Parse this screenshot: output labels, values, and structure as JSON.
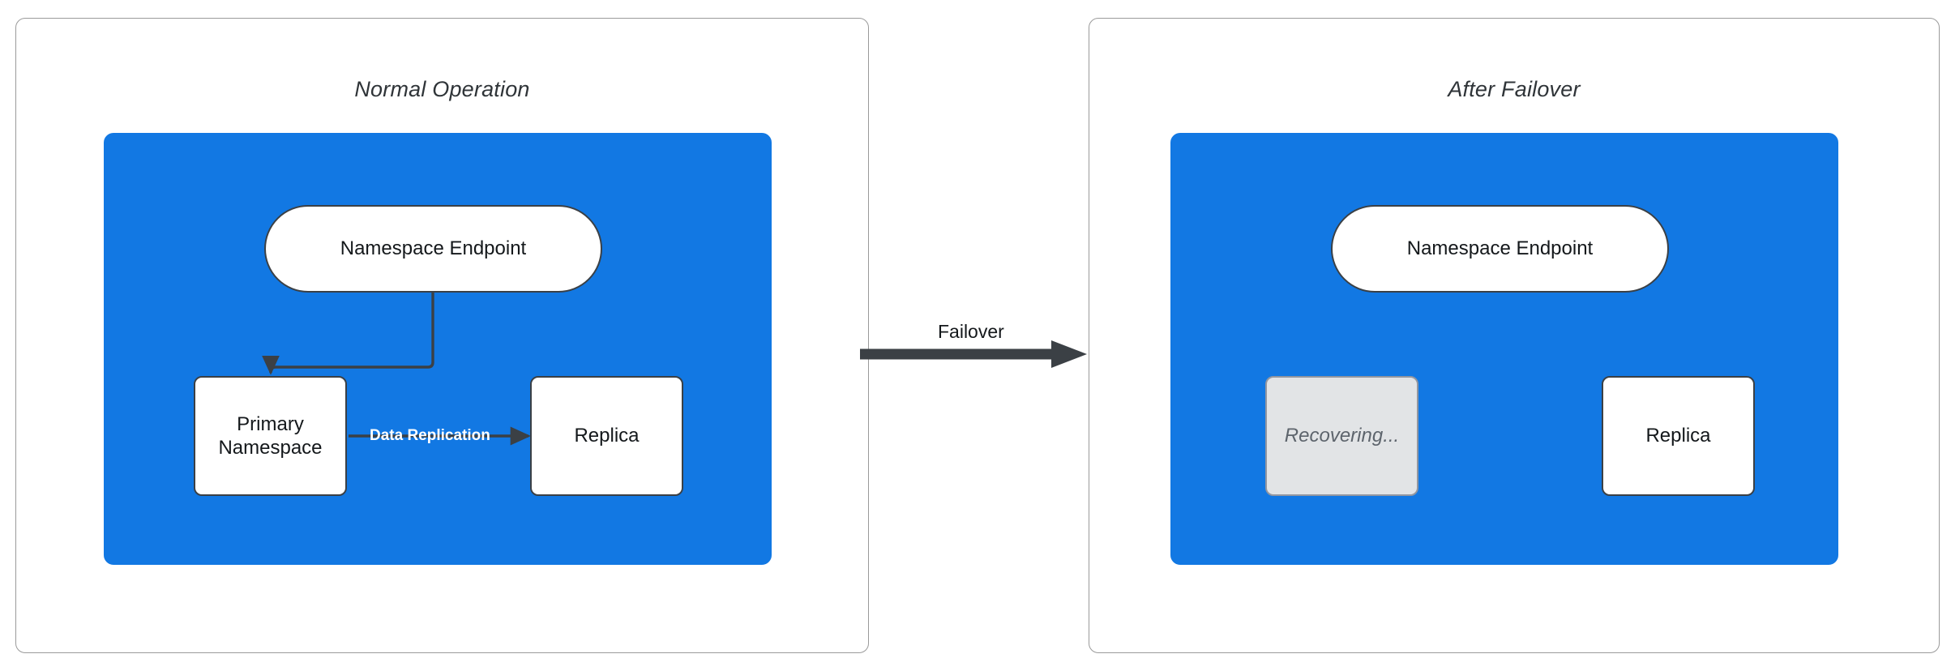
{
  "diagram": {
    "type": "failover-architecture-diagram",
    "background": "#ffffff",
    "accent_blue": "#1278E3",
    "node_stroke": "#3b4045",
    "dim_fill": "#E2E4E6"
  },
  "panels": [
    {
      "id": "normal-operation",
      "title": "Normal Operation",
      "group_color": "#1278E3",
      "nodes": [
        {
          "id": "endpoint-left",
          "label": "Namespace Endpoint",
          "shape": "pill",
          "state": "active"
        },
        {
          "id": "primary",
          "label": "Primary\nNamespace",
          "line1": "Primary",
          "line2": "Namespace",
          "shape": "rect",
          "state": "active"
        },
        {
          "id": "replica-left",
          "label": "Replica",
          "shape": "rect",
          "state": "active"
        }
      ],
      "edges": [
        {
          "from": "endpoint-left",
          "to": "primary",
          "label": "",
          "style": "elbow-arrow"
        },
        {
          "from": "primary",
          "to": "replica-left",
          "label": "Data Replication",
          "style": "straight-arrow",
          "label_color": "#ffffff"
        }
      ]
    },
    {
      "id": "after-failover",
      "title": "After Failover",
      "group_color": "#1278E3",
      "nodes": [
        {
          "id": "endpoint-right",
          "label": "Namespace Endpoint",
          "shape": "pill",
          "state": "active"
        },
        {
          "id": "recovering",
          "label": "Recovering...",
          "shape": "rect",
          "state": "dimmed"
        },
        {
          "id": "replica-right",
          "label": "Replica",
          "shape": "rect",
          "state": "active"
        }
      ],
      "edges": [
        {
          "from": "endpoint-right",
          "to": "replica-right",
          "label": "",
          "style": "elbow-arrow"
        }
      ]
    }
  ],
  "transition": {
    "label": "Failover",
    "direction": "left-to-right",
    "color": "#3b4045"
  }
}
